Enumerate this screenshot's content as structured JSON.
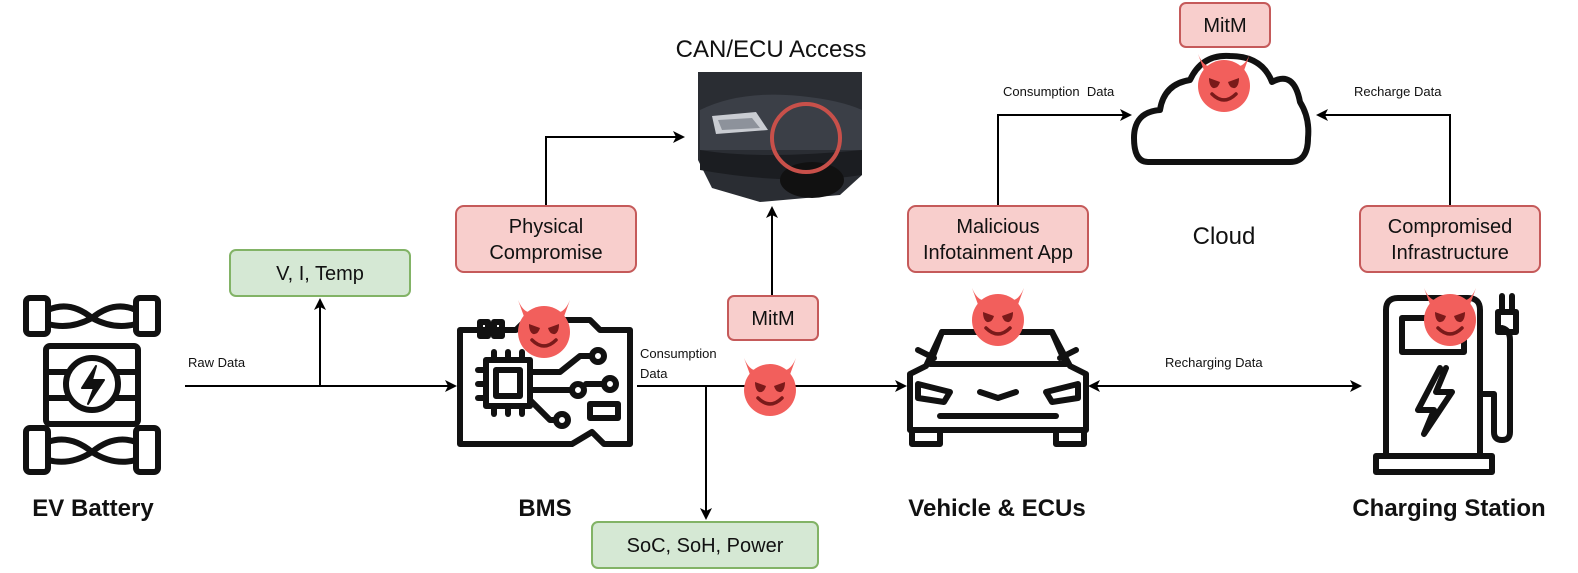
{
  "nodes": {
    "battery": "EV Battery",
    "bms": "BMS",
    "vehicle": "Vehicle & ECUs",
    "charging": "Charging Station",
    "cloud": "Cloud",
    "can_access": "CAN/ECU Access"
  },
  "threats": {
    "physical": [
      "Physical",
      "Compromise"
    ],
    "mitm_bus": "MitM",
    "mitm_cloud": "MitM",
    "infotainment": [
      "Malicious",
      "Infotainment App"
    ],
    "infrastructure": [
      "Compromised",
      "Infrastructure"
    ]
  },
  "data_boxes": {
    "raw_values": "V, I, Temp",
    "bms_out": "SoC, SoH, Power"
  },
  "edge_labels": {
    "raw": "Raw Data",
    "consumption_line1": "Consumption",
    "consumption_line2": "Data",
    "consumption_cloud": "Consumption  Data",
    "recharge": "Recharge Data",
    "recharging": "Recharging Data"
  },
  "colors": {
    "threat_fill": "#f8cecc",
    "threat_stroke": "#c55a5a",
    "data_fill": "#d5e8d4",
    "data_stroke": "#82b366",
    "devil": "#f25f5c"
  },
  "icons": {
    "battery": "battery-pack-icon",
    "bms": "circuit-board-icon",
    "vehicle": "car-icon",
    "charging": "ev-charger-icon",
    "cloud": "cloud-icon",
    "threat": "devil-face-icon",
    "photo": "car-photo-icon"
  }
}
